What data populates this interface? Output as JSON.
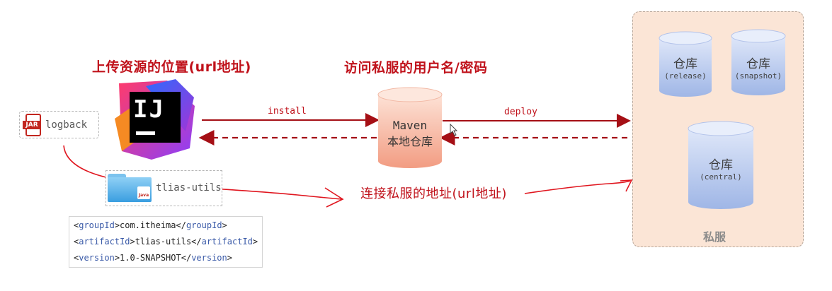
{
  "titles": {
    "upload_location": "上传资源的位置(url地址)",
    "credentials": "访问私服的用户名/密码",
    "connect_address": "连接私服的地址(url地址)"
  },
  "ide": {
    "logo_text": "IJ"
  },
  "jar": {
    "badge": "JAR",
    "label": "logback"
  },
  "utils": {
    "folder_badge": "Java",
    "label": "tlias-utils"
  },
  "pom": {
    "lines": [
      {
        "open": "<",
        "tag": "groupId",
        "mid": ">com.itheima</",
        "tag2": "groupId",
        "close": ">"
      },
      {
        "open": "<",
        "tag": "artifactId",
        "mid": ">tlias-utils</",
        "tag2": "artifactId",
        "close": ">"
      },
      {
        "open": "<",
        "tag": "version",
        "mid": ">1.0-SNAPSHOT</",
        "tag2": "version",
        "close": ">"
      }
    ]
  },
  "arrows": {
    "install": "install",
    "deploy": "deploy"
  },
  "local_repo": {
    "line1": "Maven",
    "line2": "本地仓库"
  },
  "private_server": {
    "title": "私服",
    "repos": [
      {
        "name": "仓库",
        "type": "(release)"
      },
      {
        "name": "仓库",
        "type": "(snapshot)"
      },
      {
        "name": "仓库",
        "type": "(central)"
      }
    ]
  },
  "colors": {
    "accent_red": "#c0121b",
    "repo_blue": "#b8c9ee",
    "local_repo_orange": "#f7b9a3",
    "panel_bg": "#fbe5d6"
  }
}
